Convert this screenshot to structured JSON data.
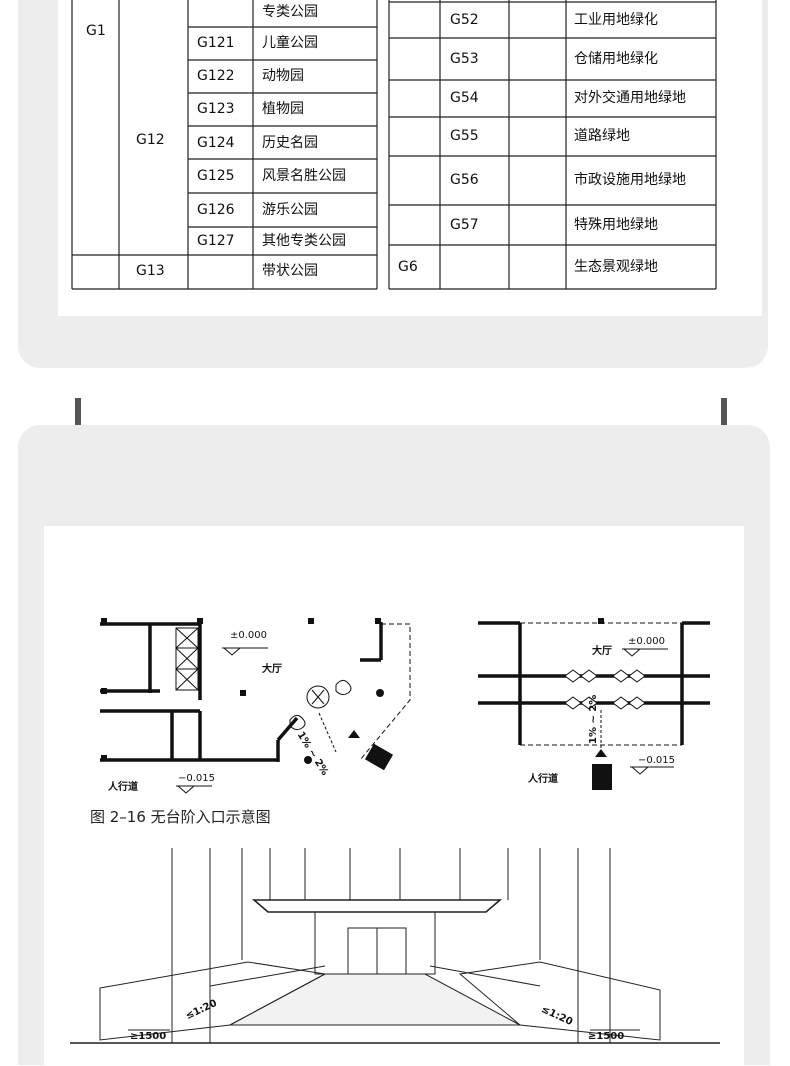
{
  "table_left": {
    "rows": [
      {
        "c1": "G1",
        "c2": "",
        "c3": "",
        "c4": "专类公园"
      },
      {
        "c1": "",
        "c2": "",
        "c3": "G121",
        "c4": "儿童公园"
      },
      {
        "c1": "",
        "c2": "",
        "c3": "G122",
        "c4": "动物园"
      },
      {
        "c1": "",
        "c2": "",
        "c3": "G123",
        "c4": "植物园"
      },
      {
        "c1": "",
        "c2": "G12",
        "c3": "G124",
        "c4": "历史名园"
      },
      {
        "c1": "",
        "c2": "",
        "c3": "G125",
        "c4": "风景名胜公园"
      },
      {
        "c1": "",
        "c2": "",
        "c3": "G126",
        "c4": "游乐公园"
      },
      {
        "c1": "",
        "c2": "",
        "c3": "G127",
        "c4": "其他专类公园"
      },
      {
        "c1": "",
        "c2": "G13",
        "c3": "",
        "c4": "带状公园"
      }
    ]
  },
  "table_right": {
    "rows": [
      {
        "c1": "",
        "c2": "G52",
        "c3": "",
        "c4": "工业用地绿化"
      },
      {
        "c1": "",
        "c2": "G53",
        "c3": "",
        "c4": "仓储用地绿化"
      },
      {
        "c1": "",
        "c2": "G54",
        "c3": "",
        "c4": "对外交通用地绿地"
      },
      {
        "c1": "",
        "c2": "G55",
        "c3": "",
        "c4": "道路绿地"
      },
      {
        "c1": "",
        "c2": "G56",
        "c3": "",
        "c4": "市政设施用地绿地"
      },
      {
        "c1": "",
        "c2": "G57",
        "c3": "",
        "c4": "特殊用地绿地"
      },
      {
        "c1": "G6",
        "c2": "",
        "c3": "",
        "c4": "生态景观绿地"
      }
    ]
  },
  "figure": {
    "caption": "图 2–16 无台阶入口示意图",
    "left_plan": {
      "level_hall": "±0.000",
      "hall": "大厅",
      "slope": "1% ~ 2%",
      "sidewalk": "人行道",
      "level_sidewalk": "−0.015"
    },
    "right_plan": {
      "hall": "大厅",
      "level_hall": "±0.000",
      "slope": "1% ~ 2%",
      "sidewalk": "人行道",
      "level_sidewalk": "−0.015"
    },
    "perspective": {
      "ramp_left": "≤1:20",
      "ramp_right": "≤1:20",
      "width_left": "≥1500",
      "width_right": "≥1500"
    }
  }
}
